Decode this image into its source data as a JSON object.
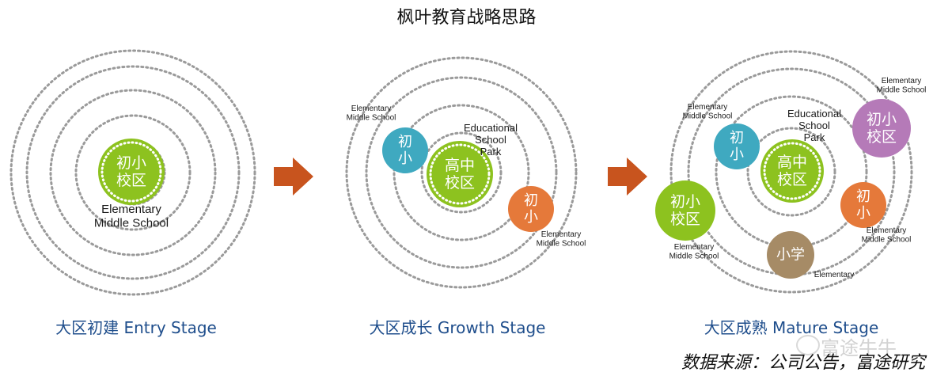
{
  "title": "枫叶教育战略思路",
  "stages": [
    {
      "label": "大区初建 Entry Stage",
      "nodes": [
        {
          "id": "entry-k12",
          "lines": [
            "初小",
            "校区"
          ],
          "color": "#8dc21f",
          "dotted": true
        }
      ],
      "labels": [
        {
          "lines": [
            "Elementary",
            "Middle School"
          ],
          "size": "large"
        }
      ]
    },
    {
      "label": "大区成长 Growth Stage",
      "nodes": [
        {
          "id": "growth-elem-teal",
          "lines": [
            "初",
            "小"
          ],
          "color": "#3fa9c0",
          "dotted": false
        },
        {
          "id": "growth-highschool",
          "lines": [
            "高中",
            "校区"
          ],
          "color": "#8dc21f",
          "dotted": true
        },
        {
          "id": "growth-elem-orange",
          "lines": [
            "初",
            "小"
          ],
          "color": "#e5793a",
          "dotted": false
        }
      ],
      "labels": [
        {
          "lines": [
            "Elementary",
            "Middle School"
          ],
          "size": "small"
        },
        {
          "lines": [
            "Educational",
            "School",
            "Park"
          ],
          "size": "medium"
        },
        {
          "lines": [
            "Elementary",
            "Middle School"
          ],
          "size": "small"
        }
      ]
    },
    {
      "label": "大区成熟 Mature Stage",
      "nodes": [
        {
          "id": "mature-elem-teal",
          "lines": [
            "初",
            "小"
          ],
          "color": "#3fa9c0",
          "dotted": false
        },
        {
          "id": "mature-highschool",
          "lines": [
            "高中",
            "校区"
          ],
          "color": "#8dc21f",
          "dotted": true
        },
        {
          "id": "mature-k12-purple",
          "lines": [
            "初小",
            "校区"
          ],
          "color": "#b57ab8",
          "dotted": false
        },
        {
          "id": "mature-k12-green",
          "lines": [
            "初小",
            "校区"
          ],
          "color": "#8dc21f",
          "dotted": false
        },
        {
          "id": "mature-elem-orange",
          "lines": [
            "初",
            "小"
          ],
          "color": "#e5793a",
          "dotted": false
        },
        {
          "id": "mature-primary",
          "lines": [
            "小学"
          ],
          "color": "#a68b66",
          "dotted": false
        }
      ],
      "labels": [
        {
          "lines": [
            "Elementary",
            "Middle School"
          ],
          "size": "small"
        },
        {
          "lines": [
            "Educational",
            "School",
            "Park"
          ],
          "size": "medium"
        },
        {
          "lines": [
            "Elementary",
            "Middle School"
          ],
          "size": "small"
        },
        {
          "lines": [
            "Elementary",
            "Middle School"
          ],
          "size": "small"
        },
        {
          "lines": [
            "Elementary",
            "Middle School"
          ],
          "size": "small"
        },
        {
          "lines": [
            "Elementary"
          ],
          "size": "small"
        }
      ]
    }
  ],
  "source": "数据来源：公司公告，富途研究",
  "watermark": "富途牛牛",
  "colors": {
    "ring": "#9a9a9a",
    "arrow": "#c8541e",
    "stage_label": "#1f4e8c"
  }
}
